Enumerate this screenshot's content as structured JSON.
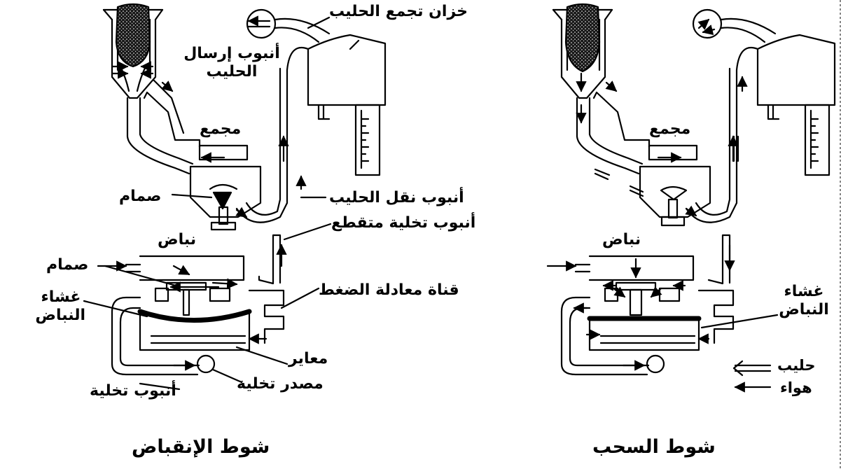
{
  "left_diagram": {
    "title": "شوط الإنقباض",
    "labels": {
      "tank": "خزان تجمع الحليب",
      "send_tube": "أنبوب إرسال الحليب",
      "collector": "مجمع",
      "valve_top": "صمام",
      "milk_tube": "أنبوب نقل الحليب",
      "intermittent_tube": "أنبوب تخلية متقطع",
      "pulsator": "نباض",
      "valve_bottom": "صمام",
      "pressure_channel": "قناة معادلة الضغط",
      "diaphragm": "غشاء النباض",
      "regulator": "معاير",
      "vacuum_source": "مصدر تخلية",
      "vacuum_tube": "أنبوب تخلية"
    }
  },
  "right_diagram": {
    "title": "شوط السحب",
    "labels": {
      "collector": "مجمع",
      "pulsator": "نباض",
      "diaphragm": "غشاء النباض"
    },
    "legend": [
      {
        "label": "حليب",
        "symbol": "double-arrow-icon"
      },
      {
        "label": "هواء",
        "symbol": "single-arrow-icon"
      }
    ]
  }
}
